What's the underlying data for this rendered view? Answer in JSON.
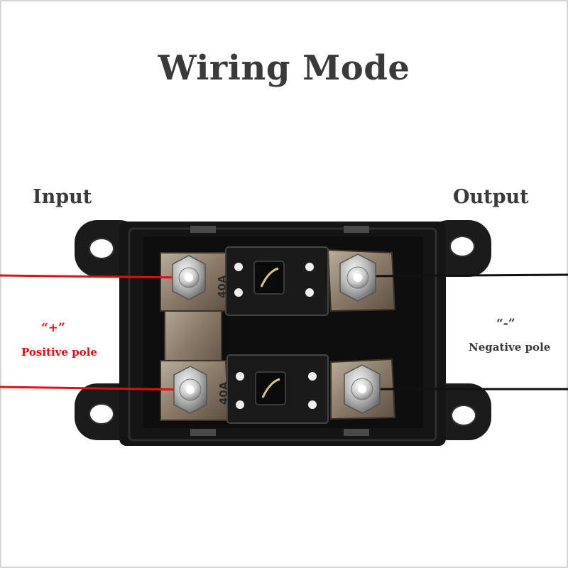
{
  "title": "Wiring Mode",
  "labels": {
    "input": "Input",
    "output": "Output",
    "positive_symbol": "“+”",
    "positive_text": "Positive pole",
    "negative_symbol": "“-”",
    "negative_text": "Negative pole"
  },
  "fuses": [
    {
      "rating": "40A"
    },
    {
      "rating": "40A"
    }
  ],
  "colors": {
    "positive_wire": "#e01010",
    "negative_wire": "#111111",
    "housing": "#151515",
    "terminal_plate": "#8a7a68"
  }
}
